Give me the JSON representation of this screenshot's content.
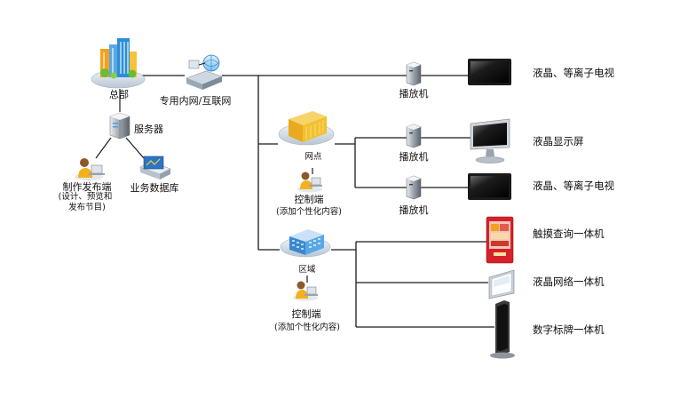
{
  "hq": {
    "label": "总部",
    "network_label": "专用内网/互联网",
    "server_label": "服务器",
    "publisher_label": "制作发布端",
    "publisher_note": [
      "(设计、预览和",
      "发布节目)"
    ],
    "database_label": "业务数据库"
  },
  "outlet": {
    "label": "网点",
    "controller_label": "控制端",
    "controller_note": "(添加个性化内容)"
  },
  "region": {
    "label": "区域",
    "controller_label": "控制端",
    "controller_note": "(添加个性化内容)"
  },
  "players": [
    {
      "label": "播放机"
    },
    {
      "label": "播放机"
    },
    {
      "label": "播放机"
    }
  ],
  "devices": [
    {
      "label": "液晶、等离子电视",
      "icon": "tv-icon"
    },
    {
      "label": "液晶显示屏",
      "icon": "monitor-icon"
    },
    {
      "label": "液晶、等离子电视",
      "icon": "tv-icon"
    },
    {
      "label": "触摸查询一体机",
      "icon": "kiosk-icon"
    },
    {
      "label": "液晶网络一体机",
      "icon": "wall-display-icon"
    },
    {
      "label": "数字标牌一体机",
      "icon": "signage-icon"
    }
  ],
  "colors": {
    "line": "#1a1a1a",
    "building_blue": "#2b8fd6",
    "building_orange": "#f4a21d",
    "building_green": "#6dbb2f",
    "kiosk_red": "#d8202a",
    "folder_yellow": "#f2c12e"
  }
}
